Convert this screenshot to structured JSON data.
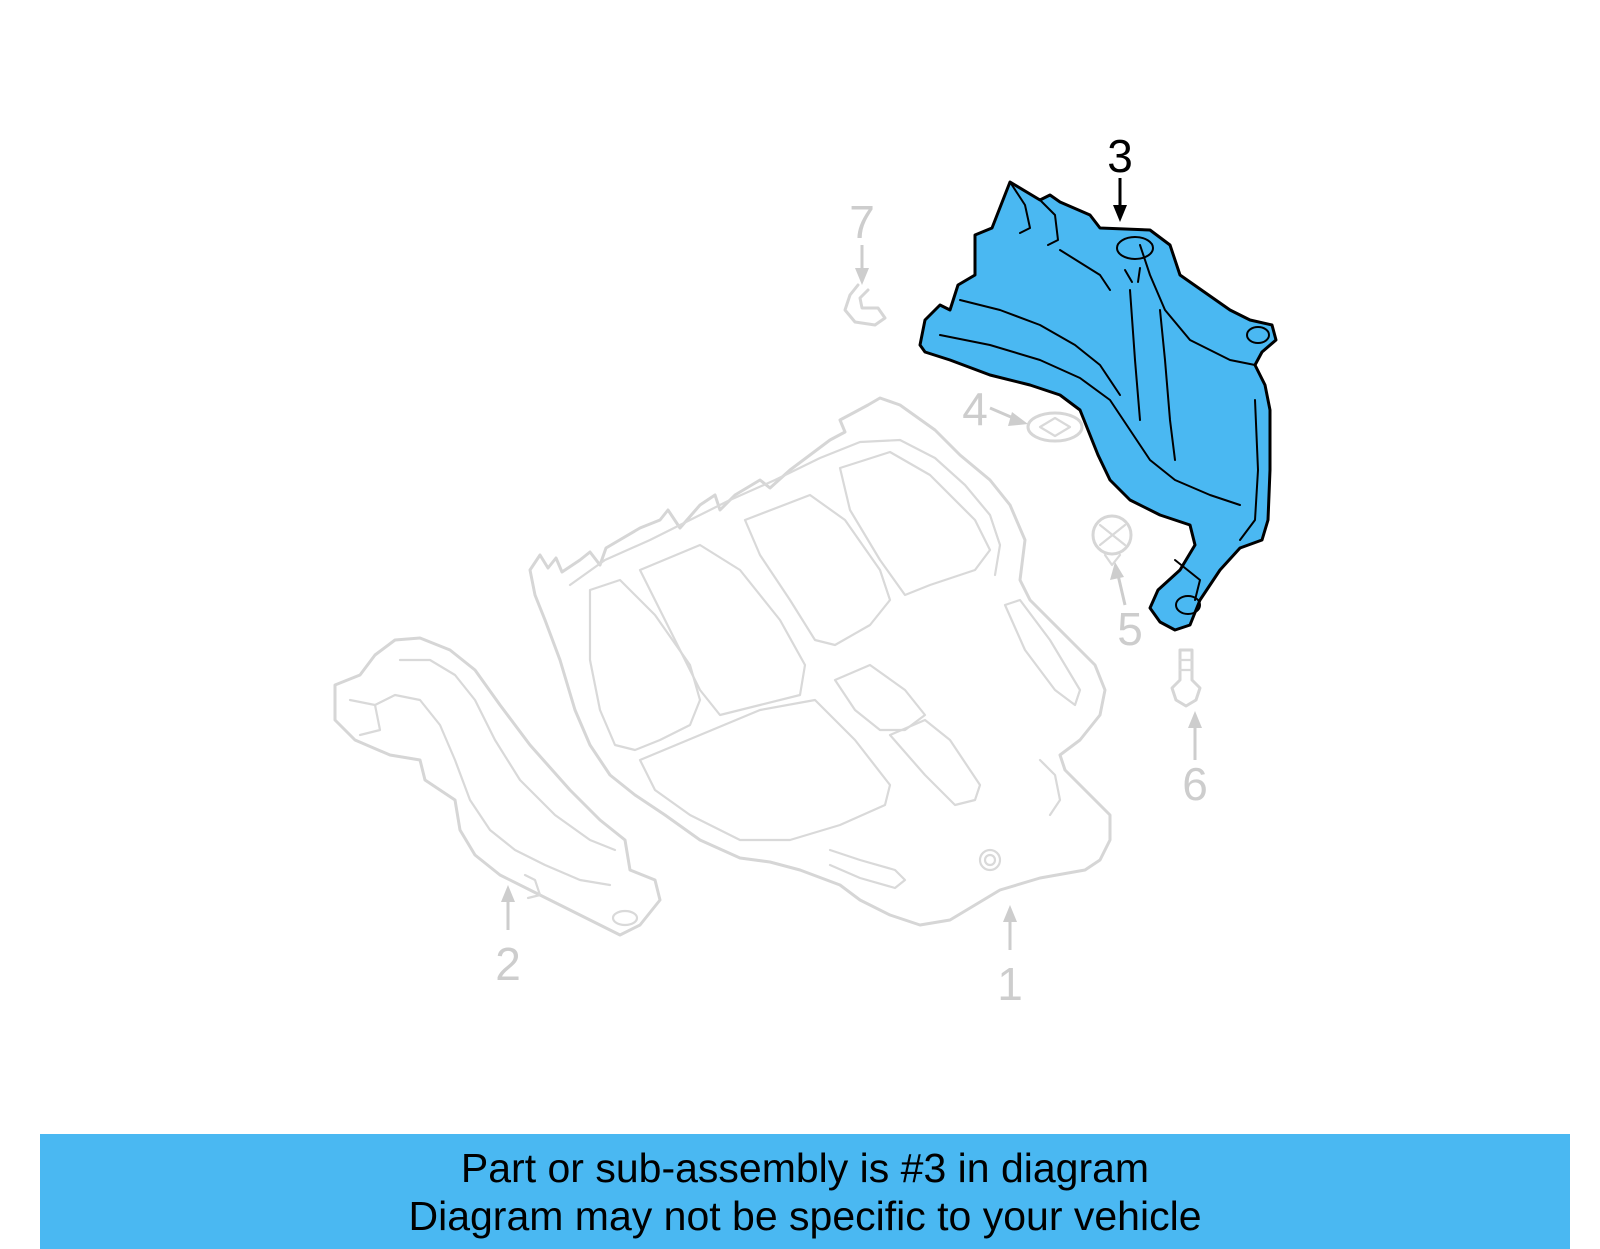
{
  "diagram": {
    "callouts": [
      {
        "number": "1",
        "highlighted": false
      },
      {
        "number": "2",
        "highlighted": false
      },
      {
        "number": "3",
        "highlighted": true
      },
      {
        "number": "4",
        "highlighted": false
      },
      {
        "number": "5",
        "highlighted": false
      },
      {
        "number": "6",
        "highlighted": false
      },
      {
        "number": "7",
        "highlighted": false
      }
    ],
    "highlight_color": "#4ab8f2",
    "ghost_color": "#d6d6d6"
  },
  "banner": {
    "line1": "Part or sub-assembly is #3 in diagram",
    "line2": "Diagram may not be specific to your vehicle",
    "background_color": "#4ab8f2"
  }
}
